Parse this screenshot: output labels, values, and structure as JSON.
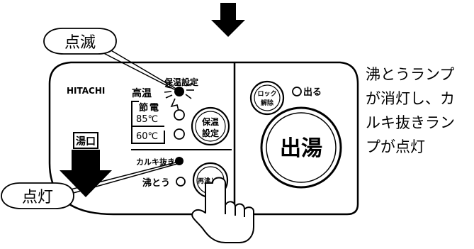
{
  "callouts": {
    "blink": "点滅",
    "lit": "点灯"
  },
  "panel": {
    "brand": "HITACHI",
    "keep_warm_title": "保温設定",
    "temp_high": "高温",
    "temp_save_line1": "節",
    "temp_save_line2": "電",
    "temp_85": "85℃",
    "temp_60": "60℃",
    "keep_warm_button": "保温設定",
    "keep_warm_button_l1": "保温",
    "keep_warm_button_l2": "設定",
    "outlet_label": "湯口",
    "dechlorinate_label": "カルキ抜き",
    "boiling_label": "沸とう",
    "reboil_button": "再沸とう",
    "lock_release_button_l1": "ロック",
    "lock_release_button_l2": "解除",
    "dispense_indicator": "出る",
    "dispense_button": "出湯"
  },
  "note": "沸とうランプが消灯し、カルキ抜きランプが点灯",
  "icons": [
    "down-arrow-icon",
    "outlet-arrow-icon",
    "pointing-hand-icon"
  ]
}
